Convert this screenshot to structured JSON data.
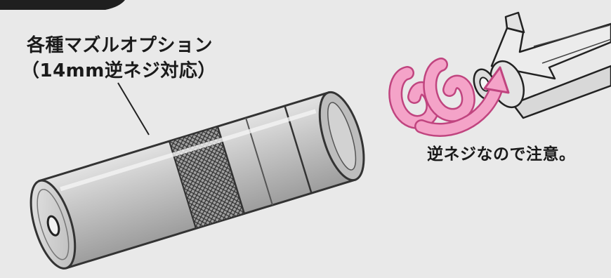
{
  "labels": {
    "muzzle_line1": "各種マズルオプション",
    "muzzle_line2": "（14mm逆ネジ対応）",
    "thread_warning": "逆ネジなので注意。"
  },
  "icons": {
    "rotation_arrow": "counter-clockwise-rotation-arrow-icon"
  },
  "colors": {
    "background": "#e9e9e9",
    "rotation_arrow_fill": "#f4a3c8",
    "rotation_arrow_outline": "#c0447f"
  }
}
